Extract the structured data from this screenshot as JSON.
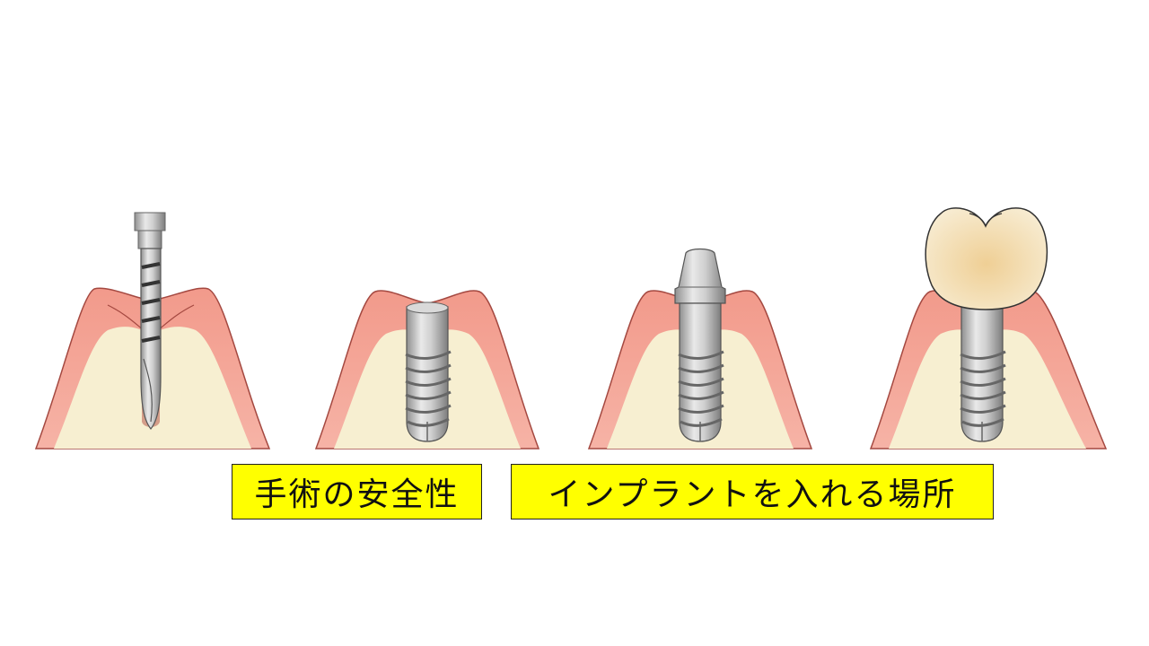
{
  "colors": {
    "gum": "#ee9486",
    "gum_light": "#f8c7bc",
    "gum_outline": "#a44840",
    "bone": "#f7efd1",
    "metal_light": "#e6e6e6",
    "metal_dark": "#8f8f8f",
    "crown": "#f4e2bb",
    "label_bg": "#ffff00"
  },
  "stages": [
    {
      "name": "drilling",
      "icon": "drill-icon"
    },
    {
      "name": "fixture-placed",
      "icon": "implant-fixture-icon"
    },
    {
      "name": "abutment-attached",
      "icon": "abutment-icon"
    },
    {
      "name": "crown-attached",
      "icon": "crown-icon"
    }
  ],
  "labels": {
    "left": "手術の安全性",
    "right": "インプラントを入れる場所"
  }
}
